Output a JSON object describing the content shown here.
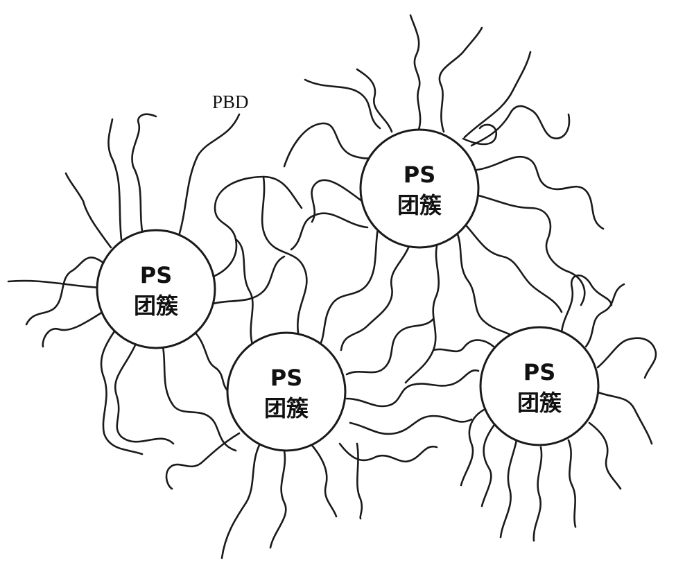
{
  "diagram": {
    "chain_label": "PBD",
    "clusters": [
      {
        "line1": "PS",
        "line2": "团簇"
      },
      {
        "line1": "PS",
        "line2": "团簇"
      },
      {
        "line1": "PS",
        "line2": "团簇"
      },
      {
        "line1": "PS",
        "line2": "团簇"
      }
    ],
    "colors": {
      "ink": "#1a1a1a",
      "background": "#ffffff"
    }
  }
}
